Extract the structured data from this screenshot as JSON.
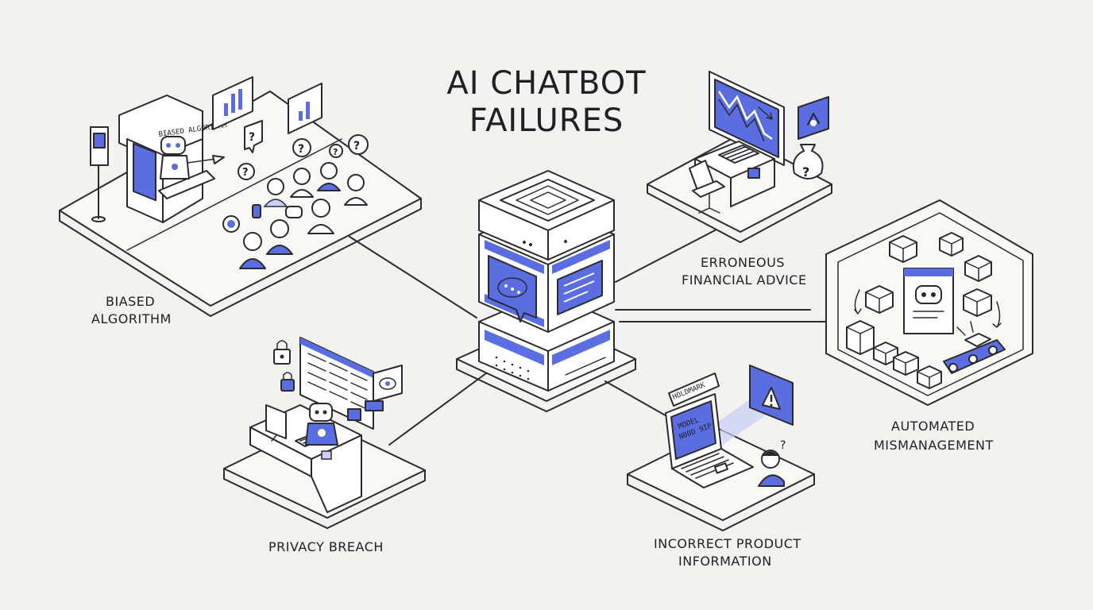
{
  "title": {
    "line1": "AI CHATBOT",
    "line2": "FAILURES"
  },
  "nodes": {
    "biased": {
      "line1": "BIASED",
      "line2": "ALGORITHM",
      "booth_sign": "BIASED ALGORITHM"
    },
    "financial": {
      "line1": "ERRONEOUS",
      "line2": "FINANCIAL ADVICE"
    },
    "automated": {
      "line1": "AUTOMATED",
      "line2": "MISMANAGEMENT"
    },
    "privacy": {
      "line1": "PRIVACY BREACH"
    },
    "product": {
      "line1": "INCORRECT PRODUCT",
      "line2": "INFORMATION",
      "sign": "HOLDMARK",
      "screen1": "MODEL",
      "screen2": "N00D 9IP"
    }
  },
  "colors": {
    "accent": "#5b6ee1",
    "ink": "#2a2a30",
    "background": "#f3f2ee"
  },
  "icons": [
    "chat-bubble-icon",
    "document-icon",
    "question-icon",
    "warning-icon",
    "lock-icon",
    "eye-icon",
    "robot-icon",
    "money-bag-icon",
    "bar-chart-icon"
  ]
}
